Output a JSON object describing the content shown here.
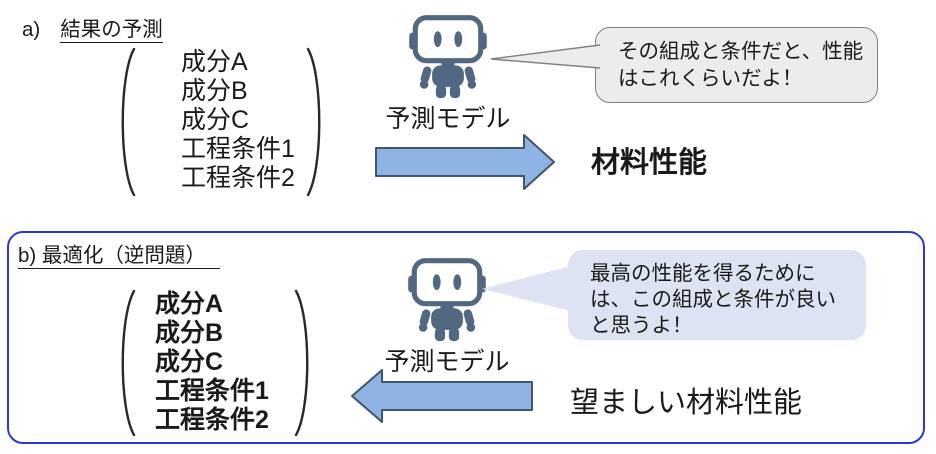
{
  "colors": {
    "arrow_fill": "#8eb4e3",
    "arrow_stroke": "#44546a",
    "robot": "#516782",
    "bubble_a_bg": "#ececec",
    "bubble_a_border": "#7f7f7f",
    "bubble_b_bg": "#dde3f2",
    "panel_b_border": "#2639db",
    "ink": "#1a1a1a"
  },
  "panel_a": {
    "label": "a)",
    "title": "結果の予測",
    "inputs": [
      "成分A",
      "成分B",
      "成分C",
      "工程条件1",
      "工程条件2"
    ],
    "model_label": "予測モデル",
    "bubble_lines": [
      "その組成と条件だと、性能",
      "はこれくらいだよ！"
    ],
    "output_label": "材料性能"
  },
  "panel_b": {
    "title": "b) 最適化（逆問題）",
    "outputs": [
      "成分A",
      "成分B",
      "成分C",
      "工程条件1",
      "工程条件2"
    ],
    "model_label": "予測モデル",
    "bubble_lines": [
      "最高の性能を得るために",
      "は、この組成と条件が良い",
      "と思うよ！"
    ],
    "input_label": "望ましい材料性能"
  }
}
